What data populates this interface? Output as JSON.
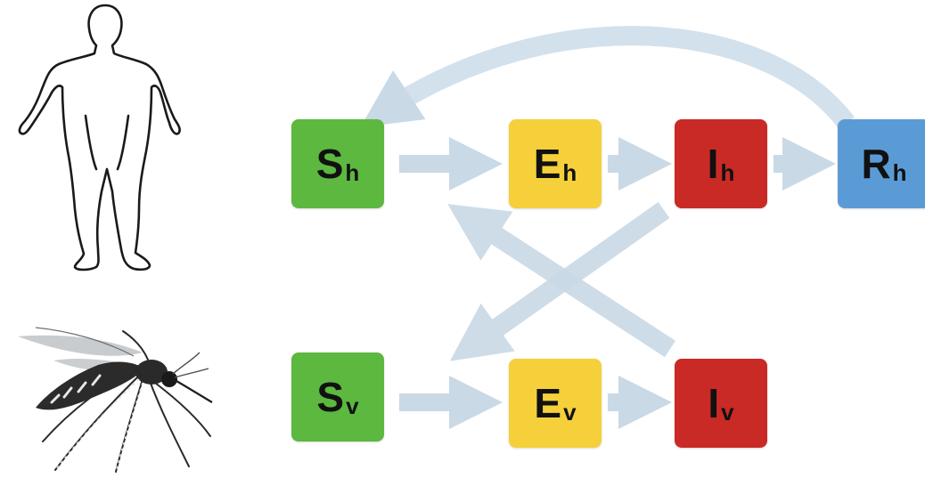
{
  "colors": {
    "susceptible": "#5cb83f",
    "exposed": "#f5d03a",
    "infected": "#c92a25",
    "recovered": "#5b9bd5",
    "arrow": "#c9d9e6"
  },
  "icons": {
    "human": "human-silhouette-icon",
    "vector": "mosquito-icon"
  },
  "nodes": {
    "sh": {
      "letter": "S",
      "sub": "h"
    },
    "eh": {
      "letter": "E",
      "sub": "h"
    },
    "ih": {
      "letter": "I",
      "sub": "h"
    },
    "rh": {
      "letter": "R",
      "sub": "h"
    },
    "sv": {
      "letter": "S",
      "sub": "v"
    },
    "ev": {
      "letter": "E",
      "sub": "v"
    },
    "iv": {
      "letter": "I",
      "sub": "v"
    }
  }
}
